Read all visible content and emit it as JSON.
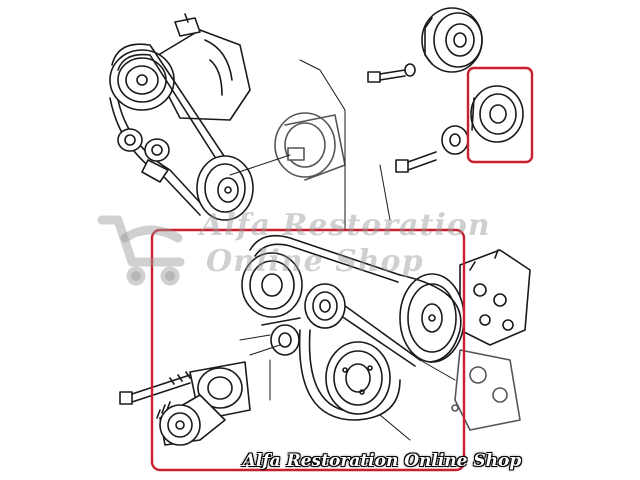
{
  "diagram": {
    "watermark": {
      "line1": "Alfa Restoration",
      "line2": "Online Shop",
      "logo_icon": "shopping-cart-icon"
    },
    "banner_text": "Alfa Restoration Online Shop",
    "colors": {
      "line": "#1a1a1a",
      "highlight": "#c8202e",
      "watermark": "#9a9a9a"
    },
    "highlight_boxes": [
      {
        "name": "idler-pulley-highlight"
      },
      {
        "name": "belt-tensioner-assembly-highlight"
      }
    ]
  }
}
